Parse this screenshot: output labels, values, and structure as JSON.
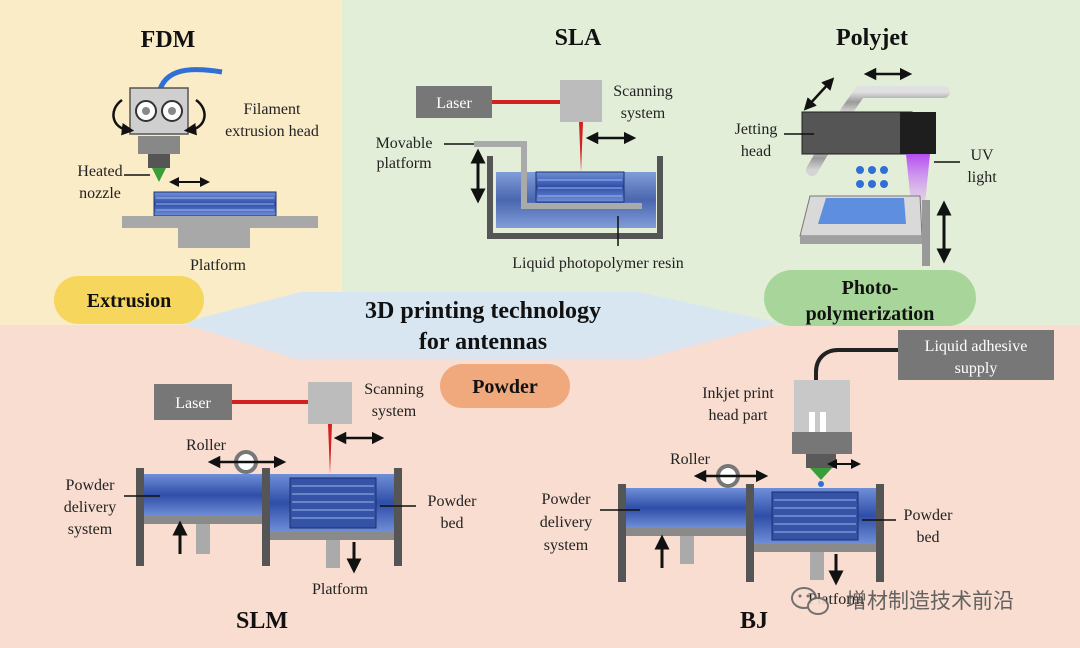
{
  "colors": {
    "fdm_bg": "#fbecc8",
    "sla_bg": "#e3eed8",
    "powder_bg": "#f8ddd0",
    "center_ellipse": "#d8e6f2",
    "extrusion_pill": "#f6d65c",
    "photo_pill": "#a8d69a",
    "powder_pill": "#f0a97c",
    "resin_blue": "#3553a6",
    "device_gray": "#7a7a7a",
    "laser_red": "#d32020"
  },
  "center": {
    "line1": "3D printing technology",
    "line2": "for antennas"
  },
  "categories": {
    "extrusion": "Extrusion",
    "photo_line1": "Photo-",
    "photo_line2": "polymerization",
    "powder": "Powder"
  },
  "fdm": {
    "title": "FDM",
    "filament_line1": "Filament",
    "filament_line2": "extrusion head",
    "nozzle_line1": "Heated",
    "nozzle_line2": "nozzle",
    "platform": "Platform"
  },
  "sla": {
    "title": "SLA",
    "laser": "Laser",
    "scan_line1": "Scanning",
    "scan_line2": "system",
    "movable_line1": "Movable",
    "movable_line2": "platform",
    "resin": "Liquid photopolymer resin"
  },
  "polyjet": {
    "title": "Polyjet",
    "jet_line1": "Jetting",
    "jet_line2": "head",
    "uv_line1": "UV",
    "uv_line2": "light"
  },
  "slm": {
    "title": "SLM",
    "laser": "Laser",
    "scan_line1": "Scanning",
    "scan_line2": "system",
    "roller": "Roller",
    "delivery_line1": "Powder",
    "delivery_line2": "delivery",
    "delivery_line3": "system",
    "bed_line1": "Powder",
    "bed_line2": "bed",
    "platform": "Platform"
  },
  "bj": {
    "title": "BJ",
    "adhesive_line1": "Liquid adhesive",
    "adhesive_line2": "supply",
    "inkjet_line1": "Inkjet print",
    "inkjet_line2": "head part",
    "roller": "Roller",
    "delivery_line1": "Powder",
    "delivery_line2": "delivery",
    "delivery_line3": "system",
    "bed_line1": "Powder",
    "bed_line2": "bed",
    "platform": "Platform"
  },
  "watermark": {
    "text": "增材制造技术前沿",
    "icon": "wechat-icon"
  }
}
